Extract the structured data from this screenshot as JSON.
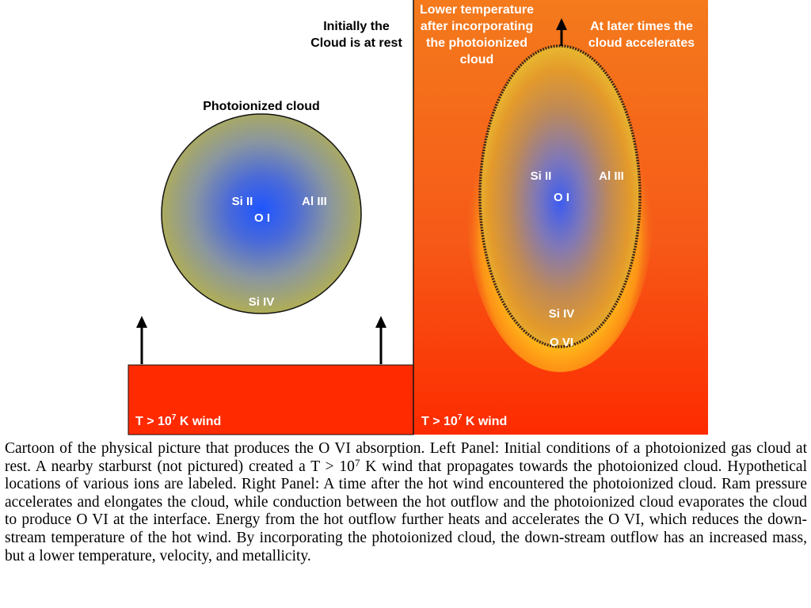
{
  "left_panel": {
    "title_line1": "Initially the",
    "title_line2": "Cloud is  at rest",
    "cloud_label": "Photoionized cloud",
    "ions": {
      "si2": "Si II",
      "al3": "Al III",
      "o1": "O I",
      "si4": "Si IV"
    },
    "wind_label_prefix": "T > 10",
    "wind_label_exp": "7",
    "wind_label_suffix": " K wind"
  },
  "right_panel": {
    "label_line1": "Lower temperature",
    "label_line2": "after incorporating",
    "label_line3": "the photoionized",
    "label_line4": "cloud",
    "later_line1": "At later times the",
    "later_line2": "cloud accelerates",
    "ions": {
      "si2": "Si II",
      "al3": "Al III",
      "o1": "O I",
      "si4": "Si IV",
      "o6": "O VI"
    },
    "wind_label_prefix": "T > 10",
    "wind_label_exp": "7",
    "wind_label_suffix": " K wind"
  },
  "colors": {
    "wind_red": "#ff2a00",
    "outflow_orange": "#f47a1c",
    "cloud_blue": "#1f55ff",
    "cloud_olive": "#b0b050"
  },
  "caption": {
    "part1": "Cartoon of the physical picture that produces the O VI absorption. Left Panel: Initial conditions of a photoionized gas cloud at rest. A nearby starburst (not pictured) created a T > 10",
    "exp": "7",
    "part2": " K wind that propagates towards the photoionized cloud. Hypothetical locations of various ions are labeled. Right Panel: A time after the hot wind encountered the photoionized cloud. Ram pressure accelerates and elongates the cloud, while conduction between the hot outflow and the photoionized cloud evaporates the cloud to produce O VI at the interface. Energy from the hot outflow further heats and accelerates the O VI, which reduces the down-stream temperature of the hot wind. By incorporating the photoionized cloud, the down-stream outflow has an increased mass, but a lower temperature, velocity, and metallicity."
  }
}
